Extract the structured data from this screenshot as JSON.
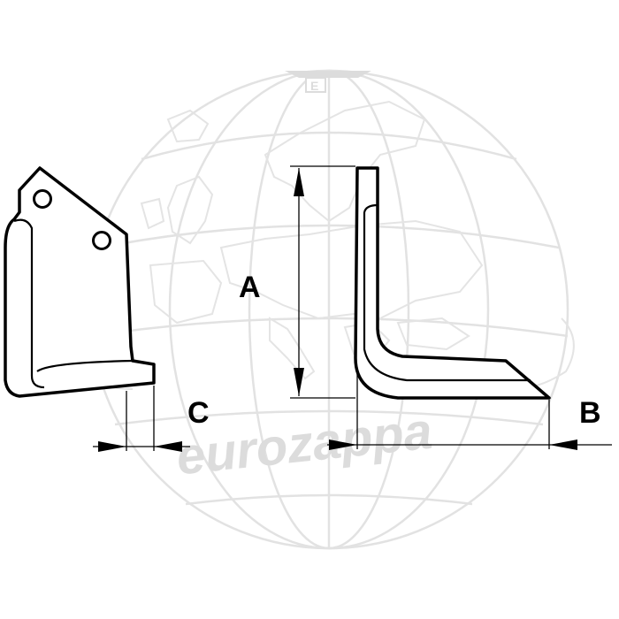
{
  "watermark": {
    "brand": "eurozappa",
    "logo_letter": "E",
    "logo_icon": "eurozappa-globe-logo"
  },
  "diagram": {
    "title": "",
    "parts": [
      {
        "name": "blade-side-view",
        "description_icon": "hoe-blade-side-icon"
      },
      {
        "name": "blade-front-view",
        "description_icon": "hoe-blade-front-icon"
      }
    ],
    "dimensions": [
      {
        "id": "A",
        "label": "A"
      },
      {
        "id": "B",
        "label": "B"
      },
      {
        "id": "C",
        "label": "C"
      }
    ]
  }
}
